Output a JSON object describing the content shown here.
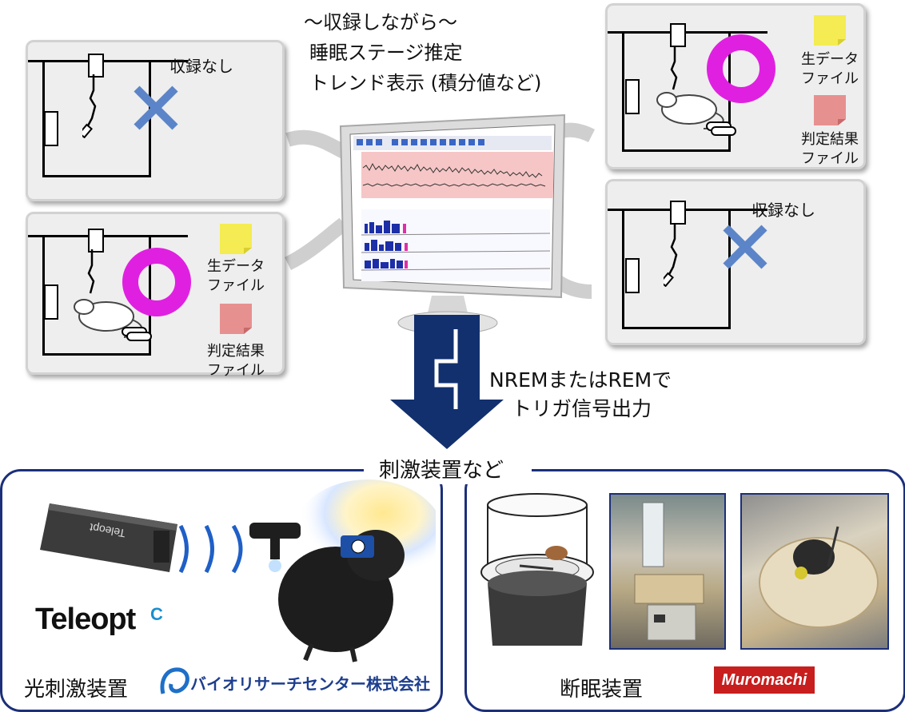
{
  "header": {
    "line1": "～収録しながら～",
    "line2": "睡眠ステージ推定",
    "line3": "トレンド表示 (積分値など)"
  },
  "panels": {
    "top_left": {
      "status": "収録なし"
    },
    "mid_left": {
      "file1": "生データ\nファイル",
      "file2": "判定結果\nファイル"
    },
    "top_right": {
      "file1": "生データ\nファイル",
      "file2": "判定結果\nファイル"
    },
    "mid_right": {
      "status": "収録なし"
    }
  },
  "trigger": {
    "line1": "NREMまたはREMで",
    "line2": "トリガ信号出力"
  },
  "section_title": "刺激装置など",
  "left_box": {
    "logo": "Teleopt",
    "device_label": "Teleopt",
    "label": "光刺激装置",
    "company": "バイオリサーチセンター株式会社"
  },
  "right_box": {
    "label": "断眠装置",
    "brand": "Muromachi"
  },
  "colors": {
    "ring": "#e020e0",
    "cross": "#5b85c8",
    "arrow": "#12306e",
    "box_border": "#1b2f7a",
    "sticky_yellow": "#f4ec52",
    "sticky_pink": "#e79090"
  }
}
